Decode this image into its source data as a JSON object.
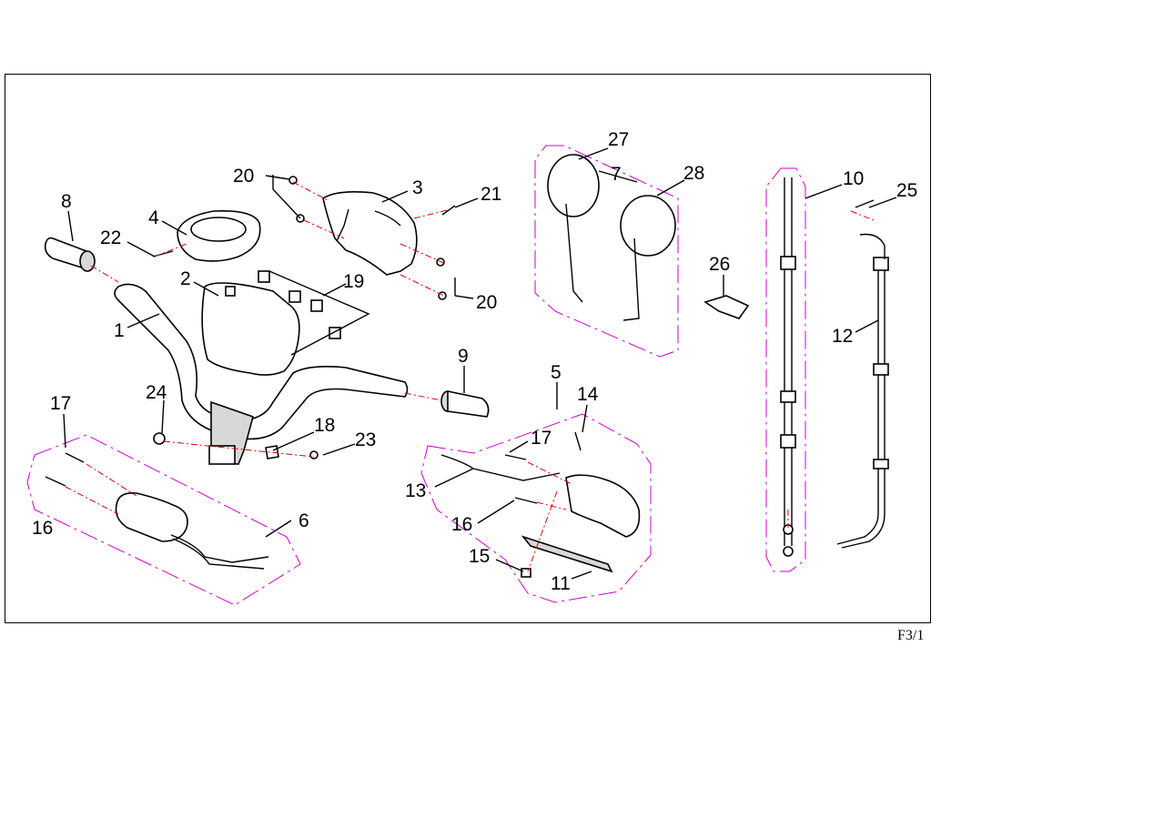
{
  "page_code": "F3/1",
  "callouts": {
    "c1": "1",
    "c2": "2",
    "c3": "3",
    "c4": "4",
    "c5": "5",
    "c6": "6",
    "c7": "7",
    "c8": "8",
    "c9": "9",
    "c10": "10",
    "c11": "11",
    "c12": "12",
    "c13": "13",
    "c14": "14",
    "c15": "15",
    "c16a": "16",
    "c16b": "16",
    "c17a": "17",
    "c17b": "17",
    "c18": "18",
    "c19": "19",
    "c20a": "20",
    "c20b": "20",
    "c21": "21",
    "c22": "22",
    "c23": "23",
    "c24": "24",
    "c25": "25",
    "c26": "26",
    "c27": "27",
    "c28": "28"
  },
  "colors": {
    "leader_dash": "#e00000",
    "group_outline": "#d000d0",
    "line": "#000000"
  }
}
